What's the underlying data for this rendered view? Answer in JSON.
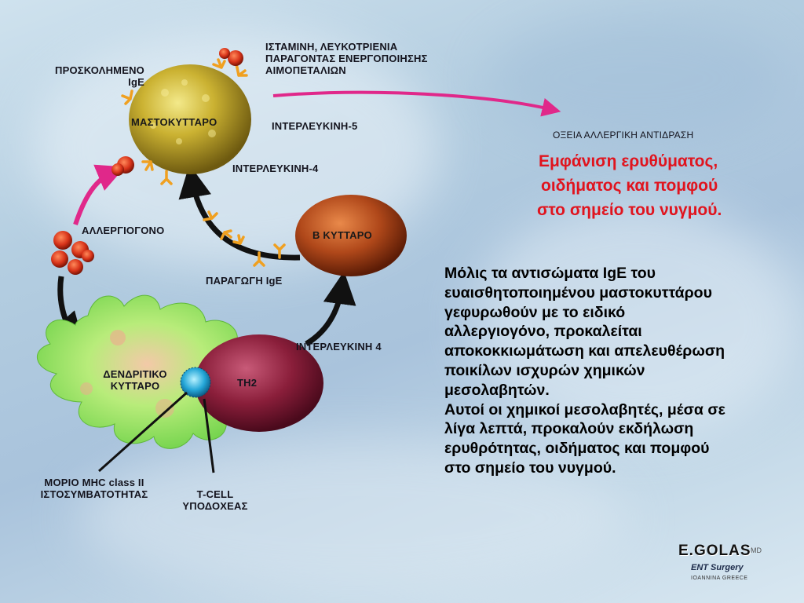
{
  "labels": {
    "attached_ige_line1": "ΠΡΟΣΚΟΛΗΜΕΝΟ",
    "attached_ige_line2": "IgE",
    "histamine_line1": "ΙΣΤΑΜΙΝΗ, ΛΕΥΚΟΤΡΙΕΝΙΑ",
    "histamine_line2": "ΠΑΡΑΓΟΝΤΑΣ ΕΝΕΡΓΟΠΟΙΗΣΗΣ",
    "histamine_line3": "ΑΙΜΟΠΕΤΑΛΙΩΝ",
    "mast_cell": "ΜΑΣΤΟΚΥΤΤΑΡΟ",
    "interleukin_5": "ΙΝΤΕΡΛΕΥΚΙΝΗ-5",
    "interleukin_4_upper": "ΙΝΤΕΡΛΕΥΚΙΝΗ-4",
    "acute_reaction": "ΟΞΕΙΑ ΑΛΛΕΡΓΙΚΗ ΑΝΤΙΔΡΑΣΗ",
    "allergen": "ΑΛΛΕΡΓΙΟΓΟΝΟ",
    "b_cell": "Β ΚΥΤΤΑΡΟ",
    "ige_production": "ΠΑΡΑΓΩΓΗ IgE",
    "interleukin_4_lower": "ΙΝΤΕΡΛΕΥΚΙΝΗ 4",
    "dendritic_line1": "ΔΕΝΔΡΙΤΙΚΟ",
    "dendritic_line2": "ΚΥΤΤΑΡΟ",
    "th2": "TH2",
    "mhc_line1": "ΜΟΡΙΟ MHC class II",
    "mhc_line2": "ΙΣΤΟΣΥΜΒΑΤΟΤΗΤΑΣ",
    "tcell_line1": "T-CELL",
    "tcell_line2": "ΥΠΟΔΟΧΕΑΣ"
  },
  "result": {
    "line1": "Εμφάνιση ερυθύματος,",
    "line2": "οιδήματος και πομφού",
    "line3": "στο σημείο του νυγμού."
  },
  "description": {
    "lines": [
      "Μόλις τα αντισώματα IgE του",
      "ευαισθητοποιημένου μαστοκυττάρου",
      "γεφυρωθούν με το ειδικό",
      "αλλεργιογόνο, προκαλείται",
      "αποκοκκιωμάτωση και απελευθέρωση",
      "ποικίλων ισχυρών χημικών",
      "μεσολαβητών.",
      "Αυτοί οι χημικοί μεσολαβητές, μέσα σε",
      "λίγα λεπτά, προκαλούν εκδήλωση",
      "ερυθρότητας, οιδήματος και πομφού",
      "στο σημείο του νυγμού."
    ]
  },
  "logo": {
    "name": "E.GOLAS",
    "degree": "MD",
    "specialty": "ENT Surgery",
    "location": "IOANNINA GREECE"
  },
  "colors": {
    "mast_cell": "#c8b02a",
    "b_cell": "#b0481a",
    "th2": "#8a1e3a",
    "dendritic": "#8fe06a",
    "arrow_magenta": "#e0288a",
    "result_red": "#e0141e"
  }
}
